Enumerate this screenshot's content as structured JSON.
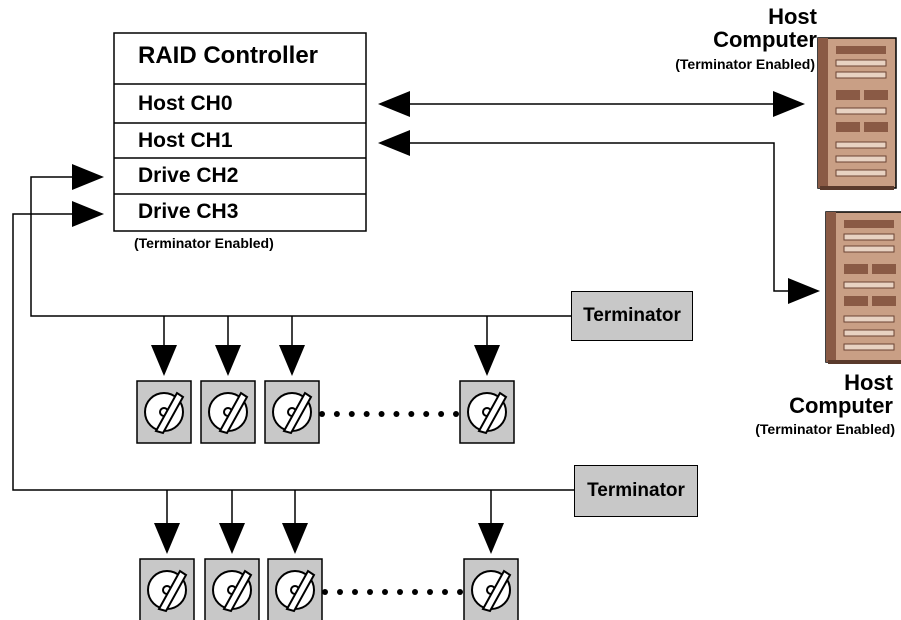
{
  "controller": {
    "title": "RAID Controller",
    "channels": [
      "Host CH0",
      "Host CH1",
      "Drive CH2",
      "Drive CH3"
    ],
    "note": "(Terminator Enabled)"
  },
  "hosts": [
    {
      "line1": "Host",
      "line2": "Computer",
      "note": "(Terminator Enabled)"
    },
    {
      "line1": "Host",
      "line2": "Computer",
      "note": "(Terminator Enabled)"
    }
  ],
  "terminators": [
    "Terminator",
    "Terminator"
  ],
  "drive_chains": [
    {
      "drives_shown": 4,
      "ellipsis": "••••••••••"
    },
    {
      "drives_shown": 4,
      "ellipsis": "••••••••••"
    }
  ],
  "colors": {
    "terminator_fill": "#c8c8c8",
    "drive_fill": "#c8c8c8",
    "tower_body": "#c99f85",
    "tower_dark": "#8a5a45"
  }
}
